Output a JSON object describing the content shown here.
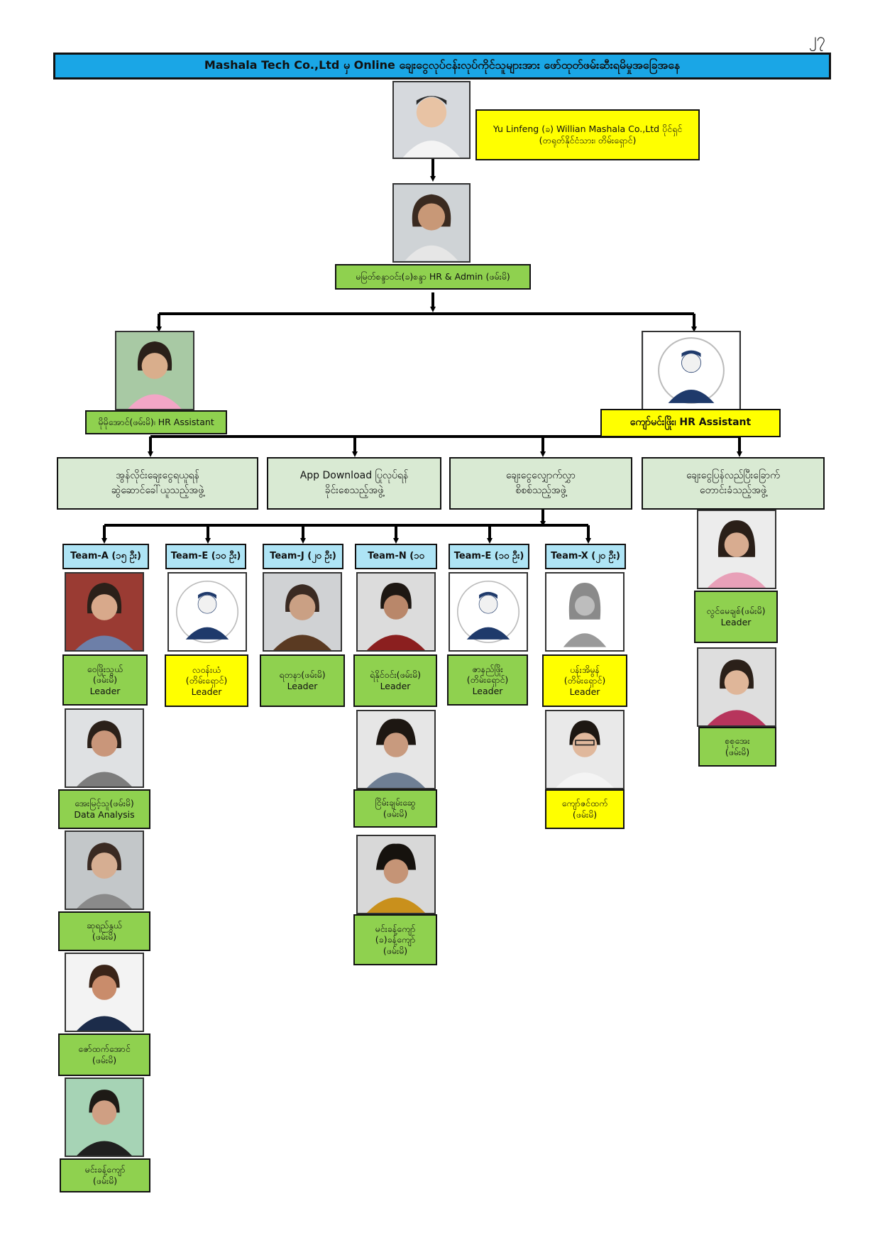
{
  "page_number": "၂၇",
  "title": "Mashala Tech Co.,Ltd မှ Online ချေးငွေလုပ်ငန်းလုပ်ကိုင်သူများအား ဖော်ထုတ်ဖမ်းဆီးရမိမှုအခြေအနေ",
  "boss": {
    "line1": "Yu Linfeng (ခ) Willian Mashala Co.,Ltd ပိုင်ရှင်",
    "line2": "(တရုတ်နိုင်ငံသား၊ တိမ်းရှောင်)"
  },
  "hr_admin": "မမြတ်စန္ဒာဝင်း(ခ)စန္ဒာ HR & Admin (ဖမ်းမိ)",
  "hr_assistant_left": "မိုမိုအောင်(ဖမ်းမိ)၊ HR Assistant",
  "hr_assistant_right": "ကျော်မင်းဖြိုး၊ HR Assistant",
  "groups": [
    {
      "line1": "အွန်လိုင်းချေးငွေရယူရန်",
      "line2": "ဆွဲဆောင်ခေါ်ယူသည့်အဖွဲ့"
    },
    {
      "line1": "App Download ပြုလုပ်ရန်",
      "line2": "ခိုင်းစေသည့်အဖွဲ့"
    },
    {
      "line1": "ချေးငွေလျှောက်လွှာ",
      "line2": "စိစစ်သည့်အဖွဲ့"
    },
    {
      "line1": "ချေးငွေပြန်လည်ပြီးခြောက်",
      "line2": "တောင်းခံသည့်အဖွဲ့"
    }
  ],
  "teams": [
    {
      "name": "Team-A (၁၅ ဦး)",
      "leader": [
        "ဝေဖြိုးသွယ်",
        "(ဖမ်းမိ)",
        "Leader"
      ],
      "leader_color": "green",
      "members": [
        [
          "အေးမြင့်သူ(ဖမ်းမိ)",
          "Data Analysis"
        ],
        [
          "ဆုရည်နွယ်",
          "(ဖမ်းမိ)"
        ],
        [
          "ဇော်ထက်အောင်",
          "(ဖမ်းမိ)"
        ],
        [
          "မင်းခန့်ကျော်",
          "(ဖမ်းမိ)"
        ]
      ],
      "member_colors": [
        "green",
        "green",
        "green",
        "green"
      ]
    },
    {
      "name": "Team-E (၁၀ ဦး)",
      "leader": [
        "လဝန်းယံ",
        "(တိမ်းရှောင်)",
        "Leader"
      ],
      "leader_color": "yellow",
      "members": [],
      "member_colors": []
    },
    {
      "name": "Team-J (၂၀ ဦး)",
      "leader": [
        "ရတနာ(ဖမ်းမိ)",
        "Leader"
      ],
      "leader_color": "green",
      "members": [],
      "member_colors": []
    },
    {
      "name": "Team-N (၁၀",
      "leader": [
        "ရဲနိုင်ဝင်း(ဖမ်းမိ)",
        "Leader"
      ],
      "leader_color": "green",
      "members": [
        [
          "ငြိမ်းချမ်းဆွေ",
          "(ဖမ်းမိ)"
        ],
        [
          "မင်းခန့်ကျော်",
          "(ခ)ခန့်ကျော်",
          "(ဖမ်းမိ)"
        ]
      ],
      "member_colors": [
        "green",
        "green"
      ]
    },
    {
      "name": "Team-E (၁၀ ဦး)",
      "leader": [
        "ဇာနည်ဖြိုး",
        "(တိမ်းရှောင်)",
        "Leader"
      ],
      "leader_color": "green",
      "members": [],
      "member_colors": []
    },
    {
      "name": "Team-X (၂၀ ဦး)",
      "leader": [
        "ပန်းအိမွန်",
        "(တိမ်းရှောင်)",
        "Leader"
      ],
      "leader_color": "yellow",
      "members": [
        [
          "ကျော်ဇင်ထက်",
          "(ဖမ်းမိ)"
        ]
      ],
      "member_colors": [
        "yellow"
      ]
    }
  ],
  "collectors": [
    {
      "lines": [
        "လွင်မေချစ်(ဖမ်းမိ)",
        "Leader"
      ],
      "color": "green"
    },
    {
      "lines": [
        "စုစုအေး",
        "(ဖမ်းမိ)"
      ],
      "color": "green"
    }
  ],
  "colors": {
    "title_bg": "#1aa6e6",
    "green": "#8fd14f",
    "yellow": "#ffff00",
    "group_bg": "#d9ead3",
    "team_bg": "#aee4f5"
  }
}
